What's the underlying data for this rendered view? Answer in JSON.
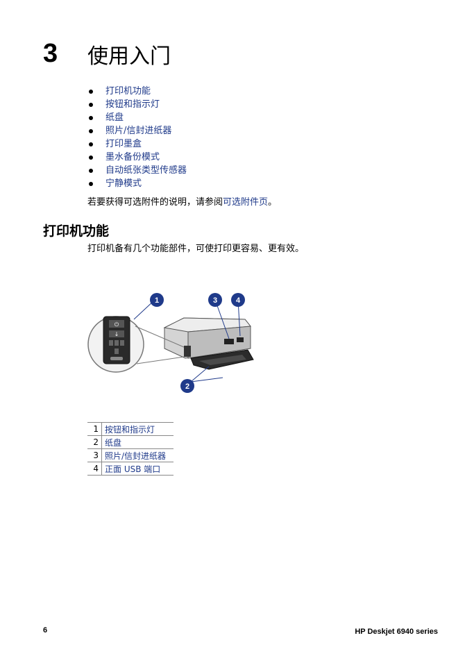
{
  "chapter": {
    "number": "3",
    "title": "使用入门"
  },
  "toc": [
    {
      "label": "打印机功能"
    },
    {
      "label": "按钮和指示灯"
    },
    {
      "label": "纸盘"
    },
    {
      "label": "照片/信封进纸器"
    },
    {
      "label": "打印墨盒"
    },
    {
      "label": "墨水备份模式"
    },
    {
      "label": "自动纸张类型传感器"
    },
    {
      "label": "宁静模式"
    }
  ],
  "note": {
    "prefix": "若要获得可选附件的说明，请参阅",
    "link": "可选附件页",
    "suffix": "。"
  },
  "section": {
    "title": "打印机功能",
    "text": "打印机备有几个功能部件，可使打印更容易、更有效。"
  },
  "callouts": [
    "1",
    "2",
    "3",
    "4"
  ],
  "legend": [
    {
      "num": "1",
      "label": "按钮和指示灯"
    },
    {
      "num": "2",
      "label": "纸盘"
    },
    {
      "num": "3",
      "label": "照片/信封进纸器"
    },
    {
      "num": "4",
      "label": "正面 USB 端口"
    }
  ],
  "footer": {
    "page": "6",
    "product": "HP Deskjet 6940 series"
  }
}
